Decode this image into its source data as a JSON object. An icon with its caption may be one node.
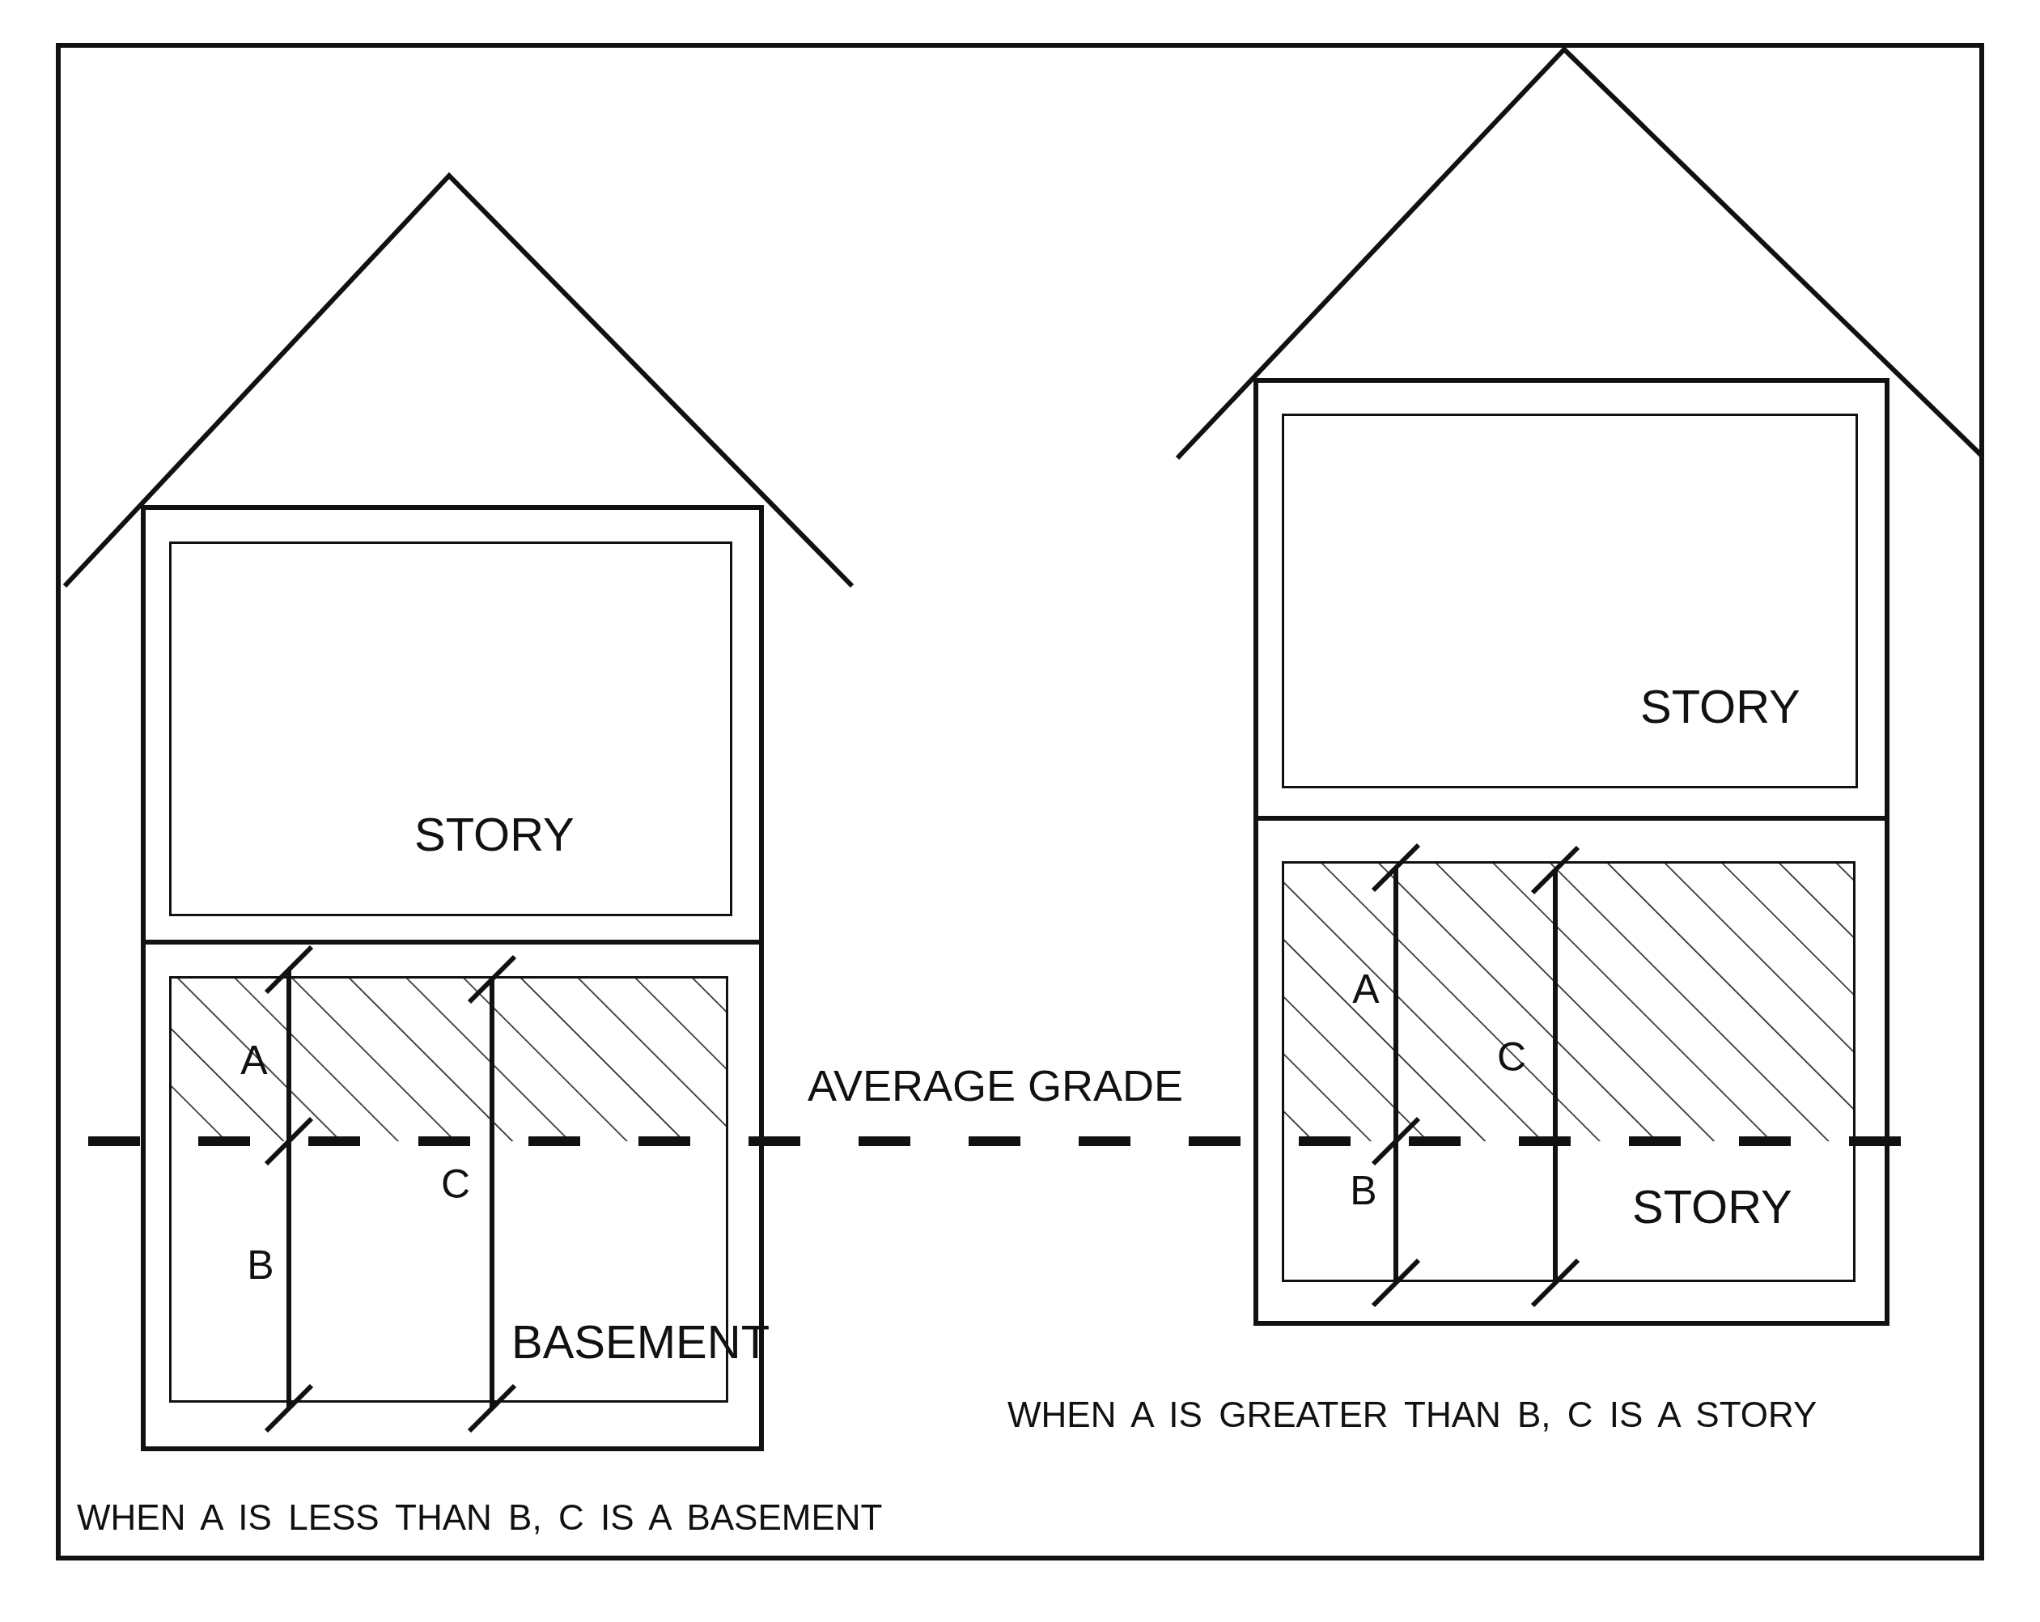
{
  "diagram": {
    "nodes": [
      {
        "text": [
          "STORY"
        ]
      },
      {
        "text": [
          "BASEMENT"
        ]
      },
      {
        "text": [
          "STORY"
        ]
      },
      {
        "text": [
          "STORY"
        ]
      }
    ],
    "labels": [
      "A",
      "B",
      "C",
      "AVERAGE GRADE",
      "A",
      "C",
      "B",
      "WHEN A IS GREATER THAN B, C IS A STORY",
      "WHEN A IS LESS THAN B, C IS A BASEMENT"
    ]
  }
}
